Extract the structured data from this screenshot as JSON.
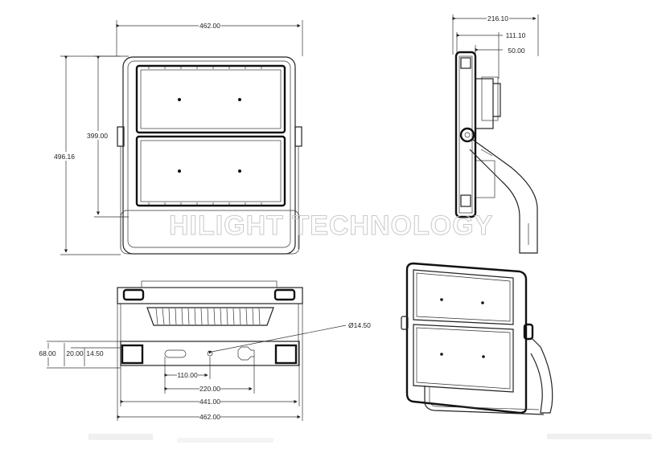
{
  "watermark": "HILIGHT TECHNOLOGY",
  "dimensions": {
    "front_width": "462.00",
    "front_height_total": "496.16",
    "front_height_panel": "399.00",
    "side_depth": "216.10",
    "side_depth_mid": "111.10",
    "side_depth_small": "50.00",
    "bracket_hole_dia": "Ø14.50",
    "bottom_h1": "68.00",
    "bottom_h2": "20.00",
    "bottom_h3": "14.50",
    "hole_spacing_1": "110.00",
    "hole_spacing_2": "220.00",
    "bracket_width": "441.00",
    "bottom_width": "462.00"
  }
}
